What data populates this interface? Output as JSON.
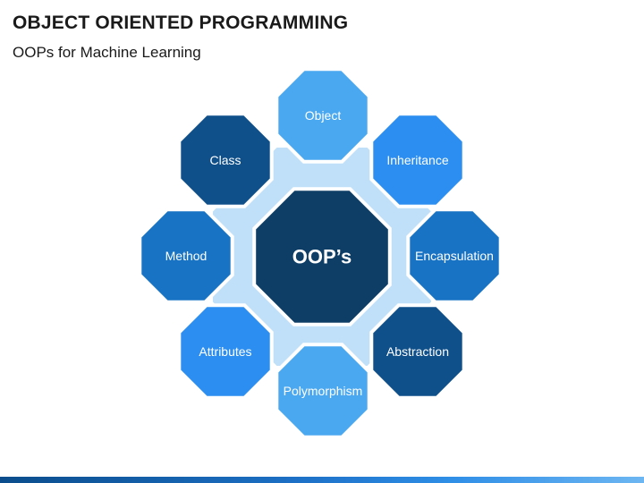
{
  "header": {
    "title": "OBJECT ORIENTED PROGRAMMING",
    "subtitle": "OOPs for Machine Learning"
  },
  "diagram": {
    "center": {
      "label": "OOP’s",
      "color": "#0e3e66"
    },
    "nodes": [
      {
        "label": "Object",
        "color": "#4aa8f0"
      },
      {
        "label": "Inheritance",
        "color": "#2c8ef0"
      },
      {
        "label": "Encapsulation",
        "color": "#1873c4"
      },
      {
        "label": "Abstraction",
        "color": "#0f4f8a"
      },
      {
        "label": "Polymorphism",
        "color": "#4aa8f0"
      },
      {
        "label": "Attributes",
        "color": "#2c8ef0"
      },
      {
        "label": "Method",
        "color": "#1873c4"
      },
      {
        "label": "Class",
        "color": "#0f4f8a"
      }
    ],
    "ring_color": "#bfe0f8"
  }
}
